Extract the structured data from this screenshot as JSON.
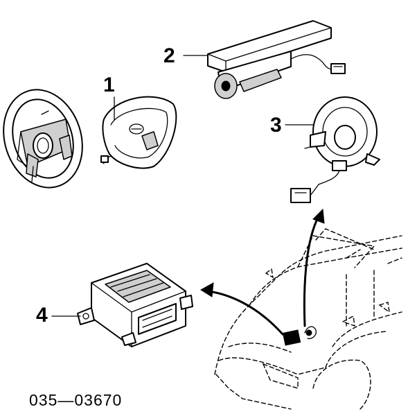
{
  "callouts": [
    {
      "id": "1",
      "label": "1"
    },
    {
      "id": "2",
      "label": "2"
    },
    {
      "id": "3",
      "label": "3"
    },
    {
      "id": "4",
      "label": "4"
    }
  ],
  "part_code": "035—03670"
}
